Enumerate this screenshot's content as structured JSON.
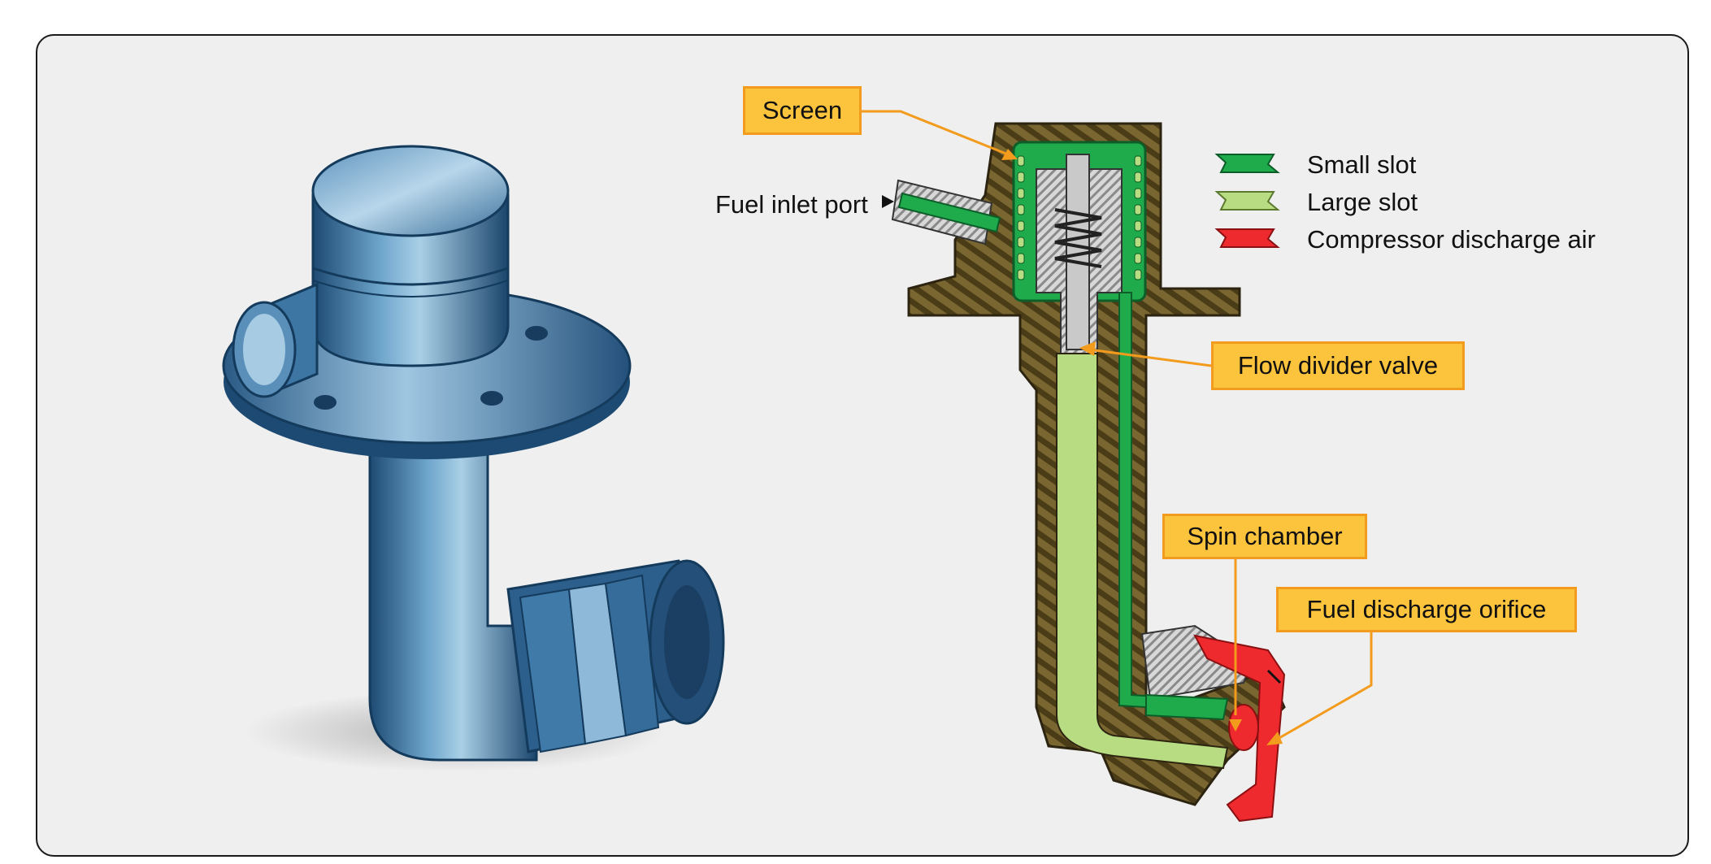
{
  "callouts": {
    "screen": "Screen",
    "flow_divider_valve": "Flow divider valve",
    "spin_chamber": "Spin chamber",
    "fuel_discharge_orifice": "Fuel discharge orifice"
  },
  "labels": {
    "fuel_inlet_port": "Fuel inlet port"
  },
  "legend": [
    {
      "label": "Small slot",
      "color": "#1faa4c"
    },
    {
      "label": "Large slot",
      "color": "#b8dc82"
    },
    {
      "label": "Compressor discharge air",
      "color": "#ee2a2e"
    }
  ],
  "colors": {
    "body_brown": "#6b5a2a",
    "callout_fill": "#fcc33c",
    "callout_border": "#f29b1c",
    "nozzle_blue": "#2f6f9c"
  }
}
